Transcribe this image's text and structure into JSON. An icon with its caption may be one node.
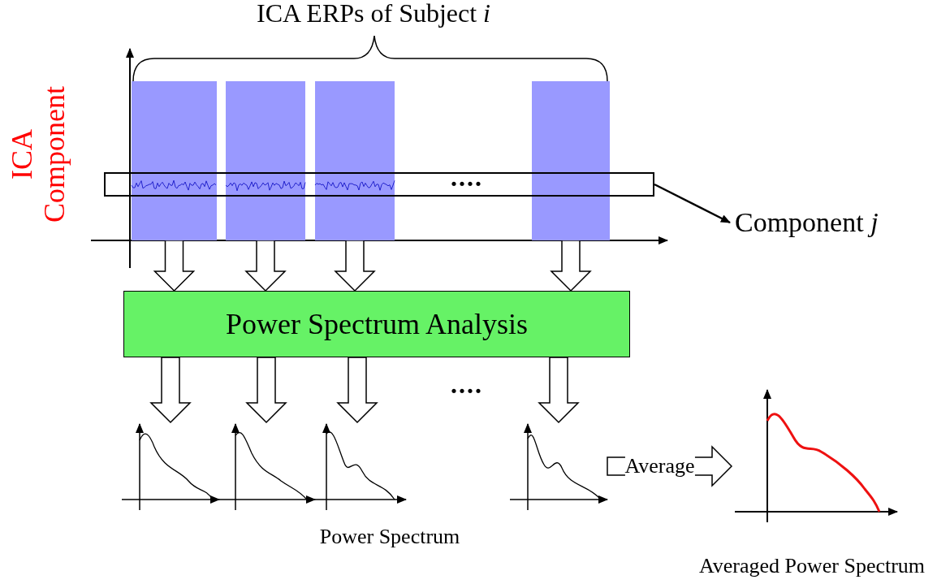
{
  "diagram": {
    "nodes": [
      {
        "text": [],
        "shape": "bar"
      },
      {
        "text": [],
        "shape": "bar"
      },
      {
        "text": [],
        "shape": "bar"
      },
      {
        "text": [],
        "shape": "bar"
      },
      {
        "text": [],
        "shape": "box"
      },
      {
        "text": [
          "Component *j*"
        ]
      },
      {
        "text": [
          "Power Spectrum Analysis"
        ]
      },
      {
        "text": [],
        "shape": "picture"
      },
      {
        "text": [],
        "shape": "picture"
      },
      {
        "text": [],
        "shape": "picture"
      },
      {
        "text": [],
        "shape": "picture"
      },
      {
        "text": [],
        "shape": "picture",
        "beside": [
          "Averaged Power Spectrum"
        ]
      }
    ],
    "edges": [
      {
        "from": 4,
        "to": 5,
        "arrow": "to"
      },
      {
        "from": 0,
        "to": 6,
        "arrow": "to"
      },
      {
        "from": 1,
        "to": 6,
        "arrow": "to"
      },
      {
        "from": 2,
        "to": 6,
        "arrow": "to"
      },
      {
        "from": 3,
        "to": 6,
        "arrow": "to"
      },
      {
        "from": 6,
        "to": 7,
        "arrow": "to"
      },
      {
        "from": 6,
        "to": 8,
        "arrow": "to"
      },
      {
        "from": 6,
        "to": 9,
        "arrow": "to"
      },
      {
        "from": 6,
        "to": 10,
        "arrow": "to"
      },
      {
        "from": 10,
        "to": 11,
        "arrow": "to",
        "label": "Average"
      }
    ],
    "labels": [
      "ICA ERPs of Subject *i*",
      "ICA Component",
      "....",
      "....",
      "Power Spectrum"
    ]
  }
}
